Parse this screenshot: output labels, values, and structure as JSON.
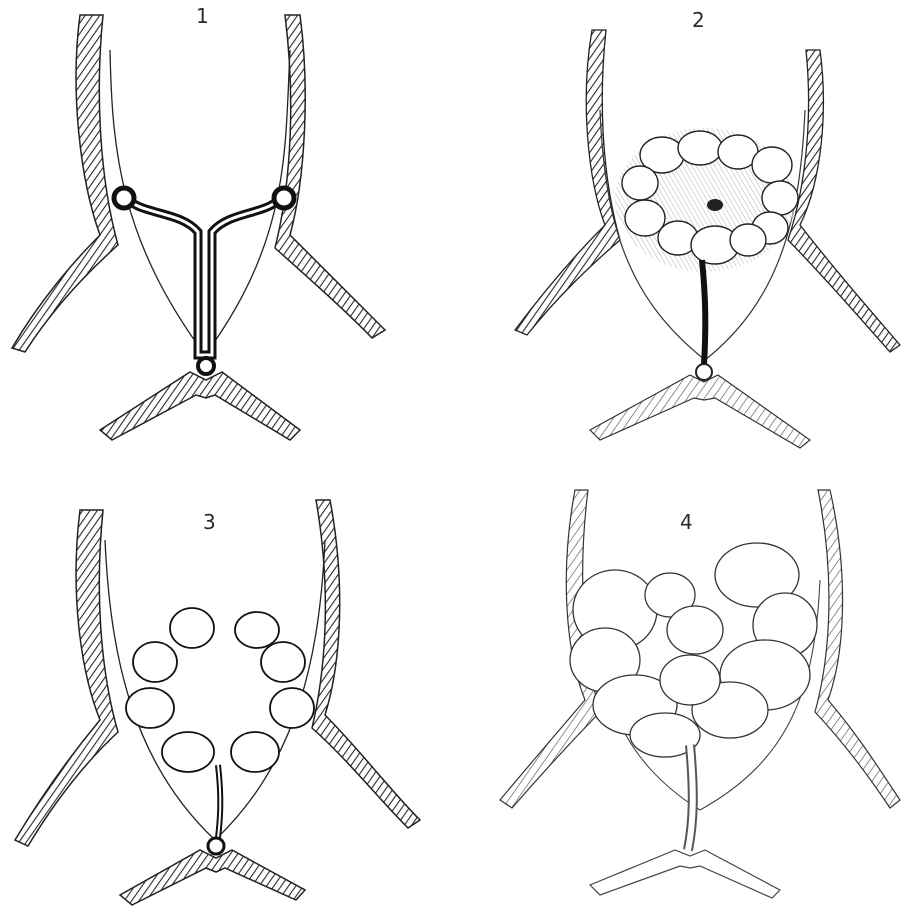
{
  "figure": {
    "panels": [
      {
        "label": "1"
      },
      {
        "label": "2"
      },
      {
        "label": "3"
      },
      {
        "label": "4"
      }
    ]
  },
  "colors": {
    "ink": "#1c1c1c",
    "hatch": "#333333",
    "paper": "#ffffff",
    "shade": "#9a9a9a"
  }
}
